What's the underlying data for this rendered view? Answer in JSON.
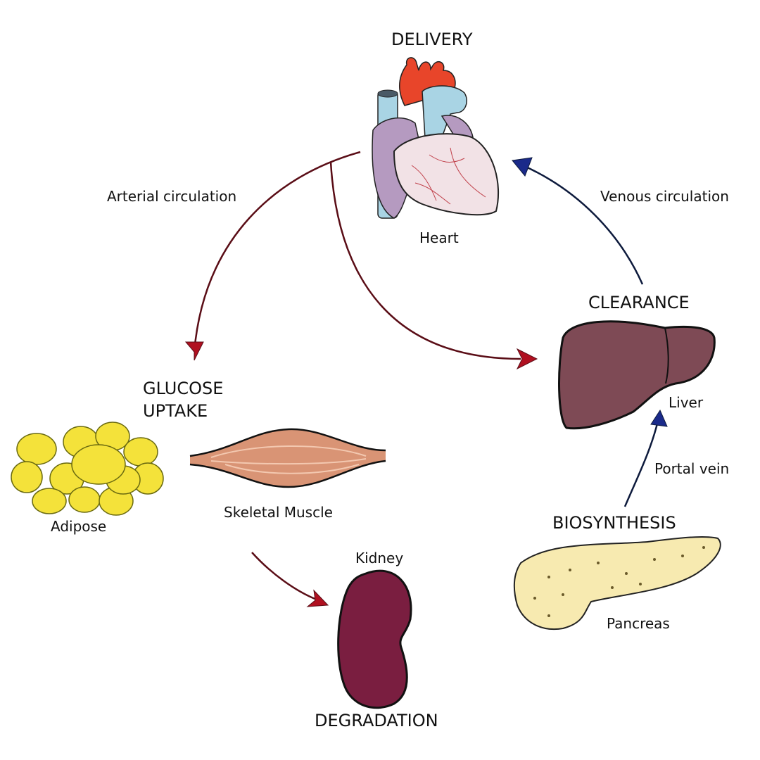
{
  "diagram": {
    "title": "Insulin life cycle",
    "stages": {
      "delivery": "DELIVERY",
      "glucose_uptake_line1": "GLUCOSE",
      "glucose_uptake_line2": "UPTAKE",
      "clearance": "CLEARANCE",
      "biosynthesis": "BIOSYNTHESIS",
      "degradation": "DEGRADATION"
    },
    "organs": {
      "heart": "Heart",
      "liver": "Liver",
      "pancreas": "Pancreas",
      "kidney": "Kidney",
      "adipose": "Adipose",
      "muscle": "Skeletal Muscle"
    },
    "pathways": {
      "arterial": "Arterial circulation",
      "venous": "Venous circulation",
      "portal": "Portal vein"
    },
    "colors": {
      "arterial_arrow": "#7a0f1a",
      "arrowhead_red": "#b01020",
      "venous_arrow": "#0d1a5c",
      "arrowhead_blue": "#1a2a8a",
      "heart_red": "#e8452a",
      "heart_blue": "#a9d4e4",
      "heart_purple": "#b59ac0",
      "heart_pink": "#f2e2e6",
      "liver": "#7e4a55",
      "kidney": "#7a1e40",
      "pancreas": "#f7eab0",
      "adipose": "#f4e23a",
      "muscle": "#d99475"
    },
    "edges": [
      {
        "from": "heart",
        "to": "glucose_uptake",
        "label": "arterial"
      },
      {
        "from": "heart",
        "to": "liver",
        "label": "arterial"
      },
      {
        "from": "glucose_uptake",
        "to": "kidney",
        "label": ""
      },
      {
        "from": "pancreas",
        "to": "liver",
        "label": "portal"
      },
      {
        "from": "liver",
        "to": "heart",
        "label": "venous"
      }
    ]
  }
}
